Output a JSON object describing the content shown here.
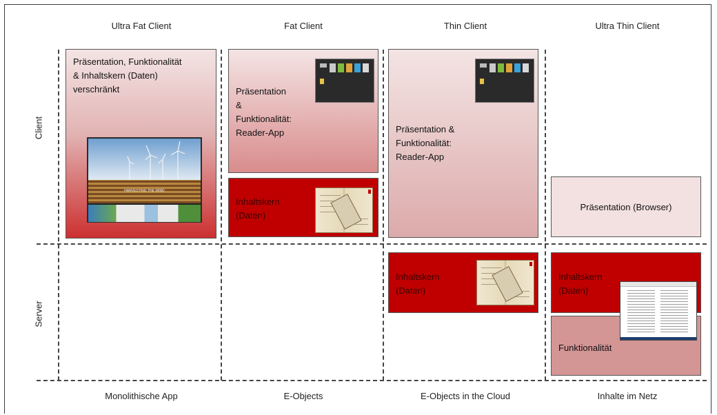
{
  "columns": {
    "col1": "Ultra Fat  Client",
    "col2": "Fat  Client",
    "col3": "Thin Client",
    "col4": "Ultra Thin Client"
  },
  "rows": {
    "client": "Client",
    "server": "Server"
  },
  "footers": {
    "col1": "Monolithische App",
    "col2": "E-Objects",
    "col3": "E-Objects in the Cloud",
    "col4": "Inhalte im Netz"
  },
  "boxes": {
    "ultra_fat": {
      "line1": "Präsentation, Funktionalität",
      "line2": "& Inhaltskern (Daten)",
      "line3": "verschränkt"
    },
    "fat_presentation": {
      "line1": "Präsentation",
      "line2": "&",
      "line3": "Funktionalität:",
      "line4": "Reader-App"
    },
    "fat_data": {
      "line1": "Inhaltskern",
      "line2": "(Daten)"
    },
    "thin_presentation": {
      "line1": "Präsentation &",
      "line2": "Funktionalität:",
      "line3": "Reader-App"
    },
    "thin_data": {
      "line1": "Inhaltskern",
      "line2": "(Daten)"
    },
    "ultra_thin_presentation": {
      "line1": "Präsentation (Browser)"
    },
    "ultra_thin_data": {
      "line1": "Inhaltskern",
      "line2": "(Daten)"
    },
    "ultra_thin_function": {
      "line1": "Funktionalität"
    }
  },
  "images": {
    "magazine_caption": "HARVESTING THE WIND"
  },
  "colors": {
    "red": "#c00000",
    "rose": "#d49595",
    "pink": "#f3e1e1",
    "border": "#555555"
  }
}
